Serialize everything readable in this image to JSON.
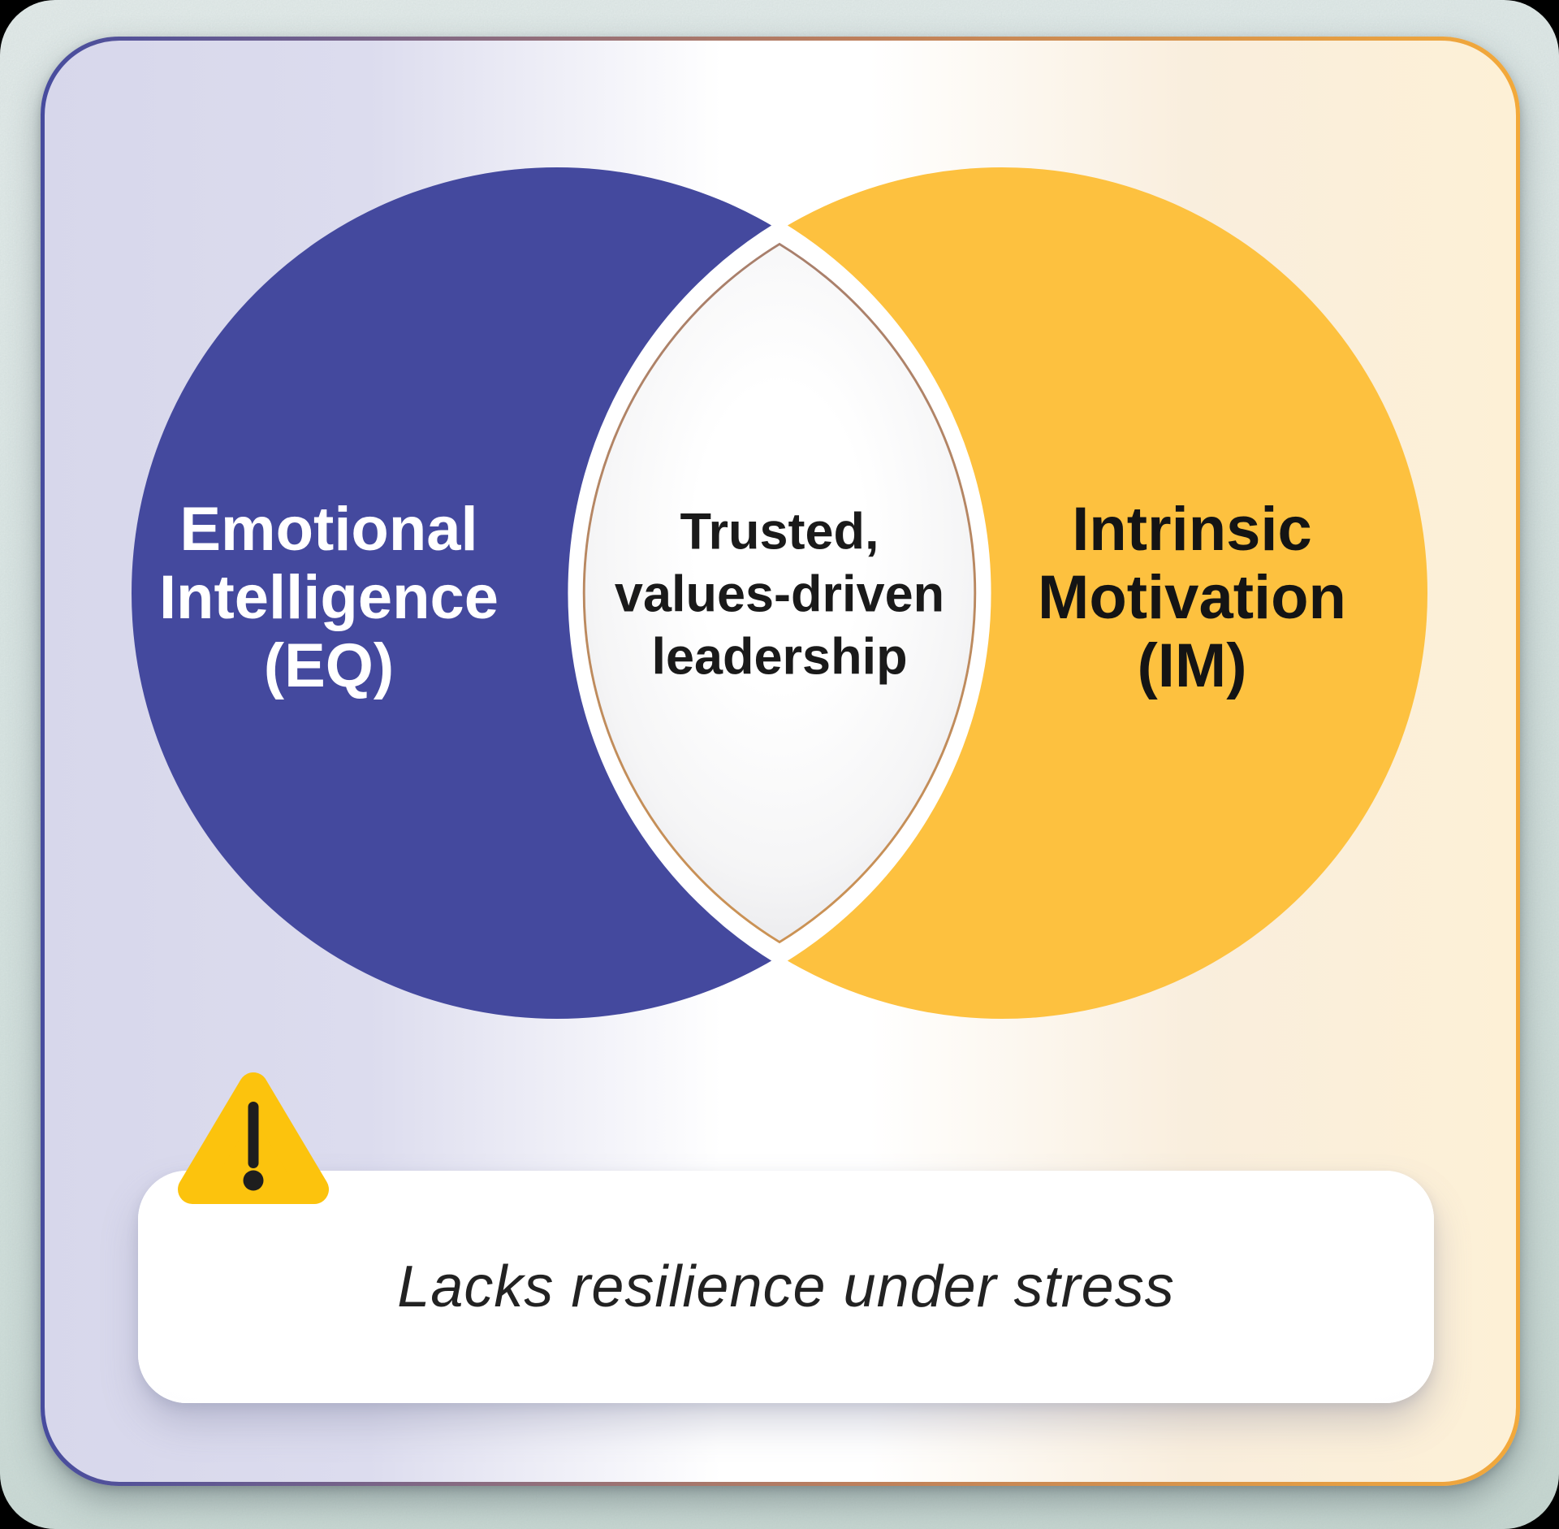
{
  "colors": {
    "left_circle": "#44499e",
    "right_circle": "#fdc13f",
    "card_border_left": "#474c9e",
    "card_border_right": "#f3a93a",
    "card_bg_left": "#d7d7eb",
    "card_bg_right": "#fdf0d6",
    "lens_border_top": "#a87f6c",
    "lens_border_bottom": "#cb9254",
    "paper_background": "#d9e4e1",
    "warning_yellow": "#fcc30d",
    "exclamation_dark": "#1e1e1e",
    "text_dark": "#1a1a1a",
    "text_light": "#ffffff"
  },
  "venn": {
    "left_circle": {
      "label": "Emotional Intelligence (EQ)",
      "lines": [
        "Emotional",
        "Intelligence",
        "(EQ)"
      ]
    },
    "right_circle": {
      "label": "Intrinsic Motivation (IM)",
      "lines": [
        "Intrinsic",
        "Motivation",
        "(IM)"
      ]
    },
    "overlap": {
      "label": "Trusted, values-driven leadership",
      "lines": [
        "Trusted,",
        "values-driven",
        "leadership"
      ]
    }
  },
  "callout": {
    "icon": "warning-triangle-icon",
    "text": "Lacks resilience under stress"
  }
}
